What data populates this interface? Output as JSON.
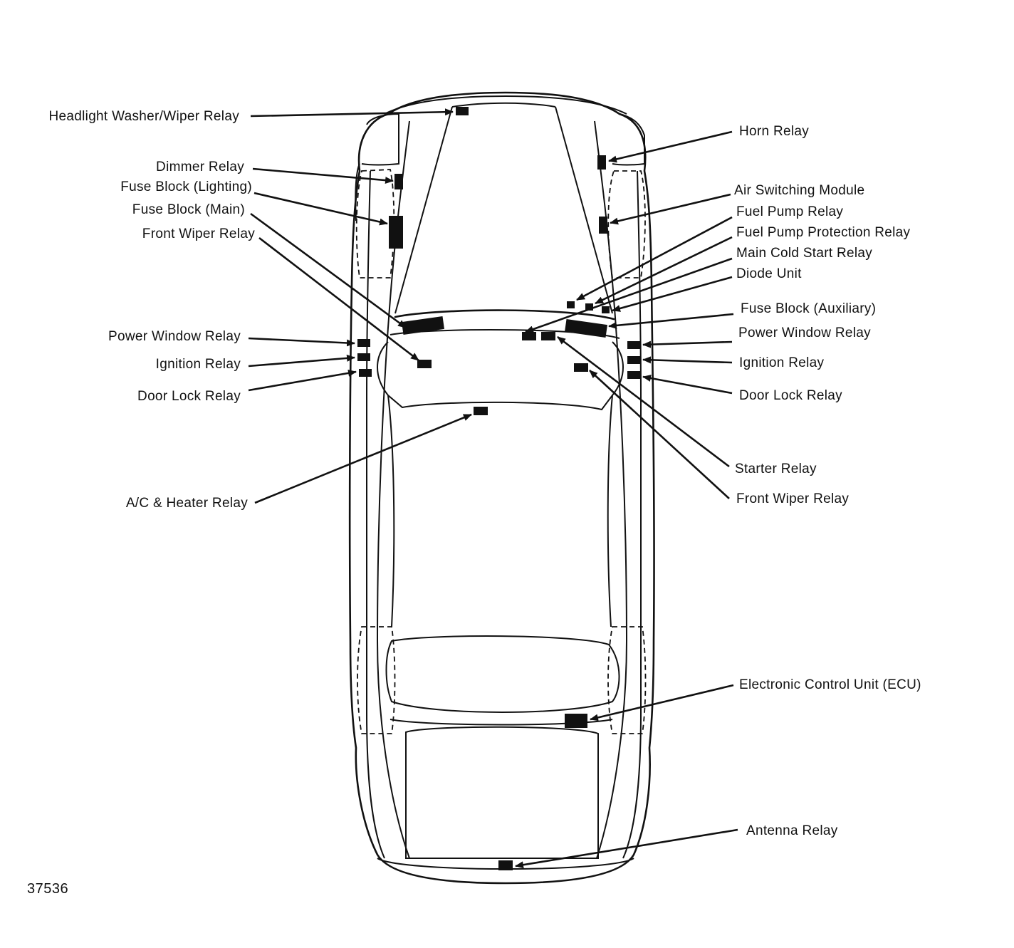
{
  "figure_number": "37536",
  "labels_left": {
    "headlight_washer_wiper_relay": "Headlight Washer/Wiper Relay",
    "dimmer_relay": "Dimmer Relay",
    "fuse_block_lighting": "Fuse Block (Lighting)",
    "fuse_block_main": "Fuse Block (Main)",
    "front_wiper_relay": "Front Wiper Relay",
    "power_window_relay": "Power Window Relay",
    "ignition_relay": "Ignition Relay",
    "door_lock_relay": "Door Lock Relay",
    "ac_heater_relay": "A/C & Heater Relay"
  },
  "labels_right": {
    "horn_relay": "Horn Relay",
    "air_switching_module": "Air Switching Module",
    "fuel_pump_relay": "Fuel Pump Relay",
    "fuel_pump_protection_relay": "Fuel Pump Protection Relay",
    "main_cold_start_relay": "Main Cold Start Relay",
    "diode_unit": "Diode Unit",
    "fuse_block_auxiliary": "Fuse Block (Auxiliary)",
    "power_window_relay": "Power Window Relay",
    "ignition_relay": "Ignition Relay",
    "door_lock_relay": "Door Lock Relay",
    "starter_relay": "Starter Relay",
    "front_wiper_relay": "Front Wiper Relay",
    "ecu": "Electronic Control Unit (ECU)",
    "antenna_relay": "Antenna Relay"
  },
  "colors": {
    "ink": "#111111",
    "paper": "#ffffff"
  }
}
